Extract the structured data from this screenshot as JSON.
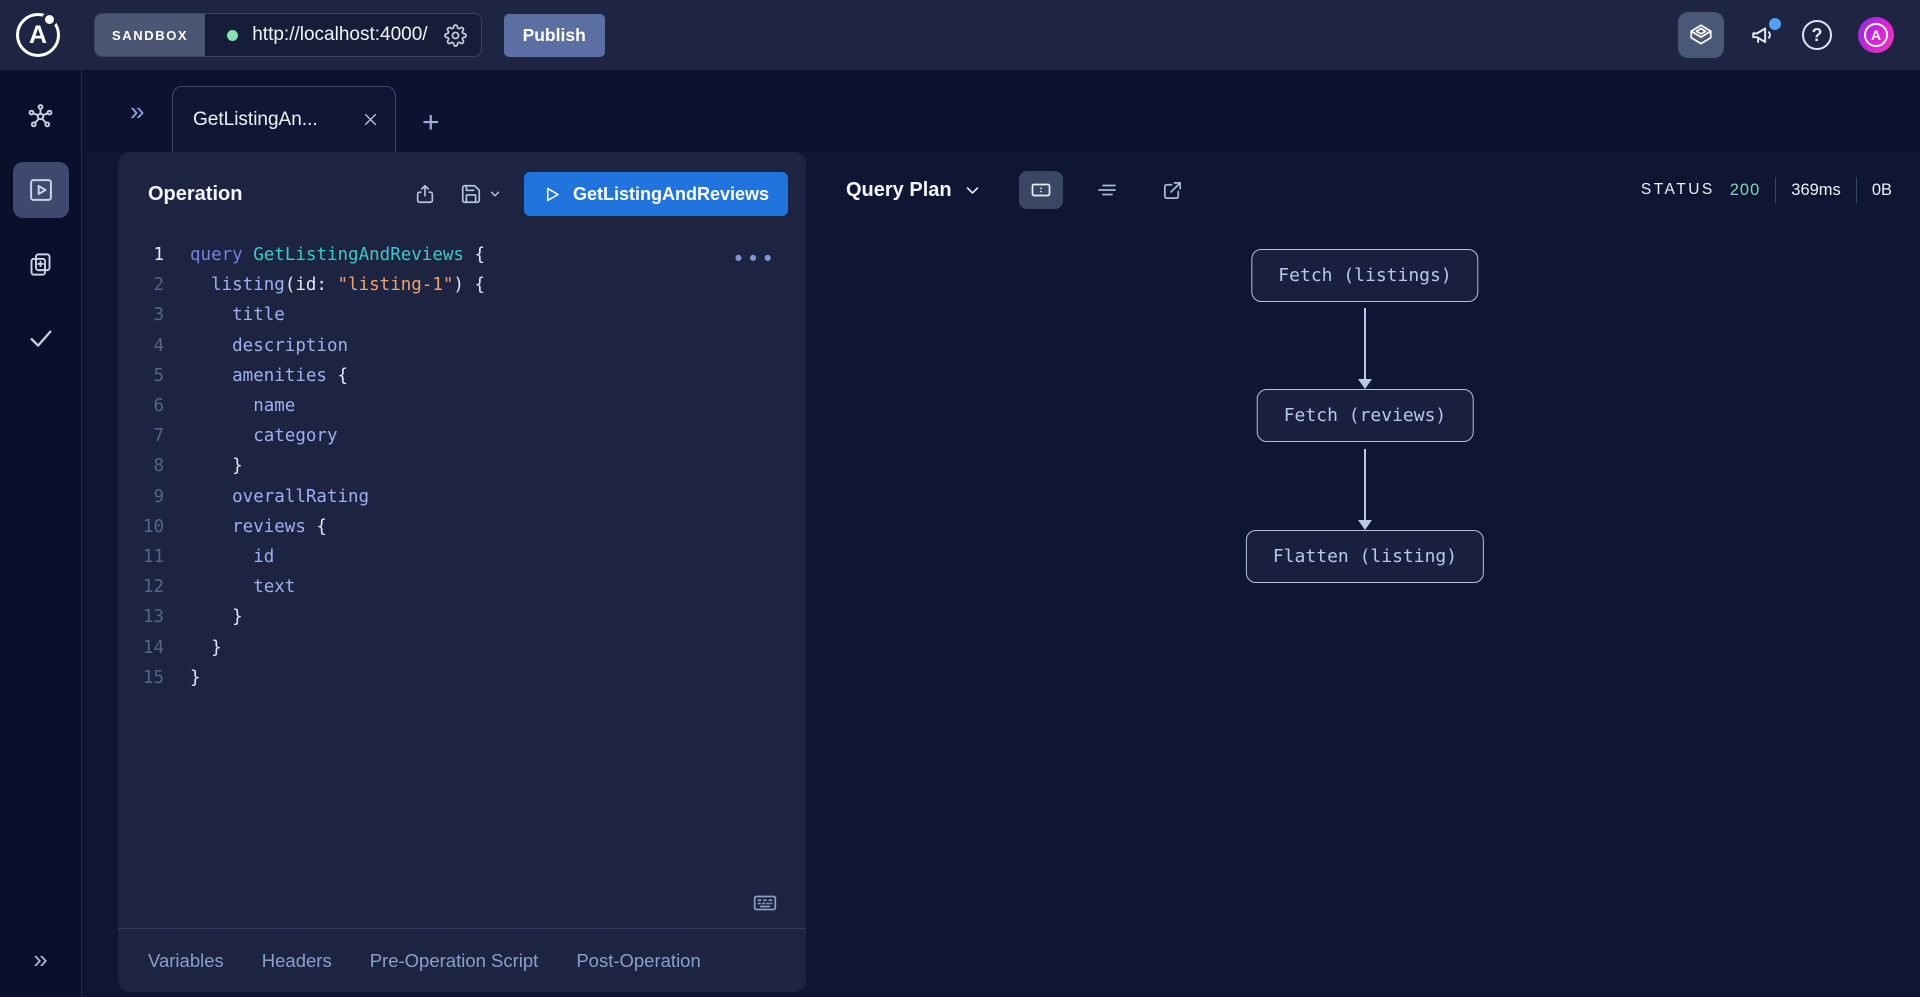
{
  "topbar": {
    "logo_letter": "A",
    "sandbox_label": "SANDBOX",
    "url": "http://localhost:4000/",
    "publish_label": "Publish",
    "help_glyph": "?",
    "avatar_letter": "A",
    "icons": [
      "apollo-logo",
      "gear-icon",
      "graphos-cube-icon",
      "megaphone-icon",
      "help-icon",
      "avatar"
    ]
  },
  "sidebar": {
    "items": [
      "schema-graph-icon",
      "explorer-play-icon",
      "changelog-icon",
      "checks-icon"
    ],
    "active_item": "explorer-play-icon",
    "expand_glyph": "»"
  },
  "tab_bar": {
    "collapse_glyph": "»",
    "active_tab_label": "GetListingAn...",
    "add_tab_glyph": "+"
  },
  "operation": {
    "title": "Operation",
    "run_label": "GetListingAndReviews",
    "ellipsis_glyph": "•••",
    "footer_tabs": [
      "Variables",
      "Headers",
      "Pre-Operation Script",
      "Post-Operation"
    ],
    "toolbar_icons": [
      "share-icon",
      "save-icon",
      "chevron-down-icon",
      "play-icon",
      "keyboard-shortcuts-icon",
      "more-options-ellipsis"
    ]
  },
  "editor": {
    "lines": [
      {
        "n": "1",
        "indent": 0,
        "active": true,
        "tokens": [
          [
            "kw",
            "query"
          ],
          [
            "pl",
            " "
          ],
          [
            "op",
            "GetListingAndReviews"
          ],
          [
            "pl",
            " {"
          ]
        ]
      },
      {
        "n": "2",
        "indent": 1,
        "tokens": [
          [
            "fld",
            "listing"
          ],
          [
            "pl",
            "(id: "
          ],
          [
            "str",
            "\"listing-1\""
          ],
          [
            "pl",
            ") {"
          ]
        ]
      },
      {
        "n": "3",
        "indent": 2,
        "tokens": [
          [
            "fld",
            "title"
          ]
        ]
      },
      {
        "n": "4",
        "indent": 2,
        "tokens": [
          [
            "fld",
            "description"
          ]
        ]
      },
      {
        "n": "5",
        "indent": 2,
        "tokens": [
          [
            "fld",
            "amenities"
          ],
          [
            "pl",
            " {"
          ]
        ]
      },
      {
        "n": "6",
        "indent": 3,
        "tokens": [
          [
            "fld",
            "name"
          ]
        ]
      },
      {
        "n": "7",
        "indent": 3,
        "tokens": [
          [
            "fld",
            "category"
          ]
        ]
      },
      {
        "n": "8",
        "indent": 2,
        "tokens": [
          [
            "pl",
            "}"
          ]
        ]
      },
      {
        "n": "9",
        "indent": 2,
        "tokens": [
          [
            "fld",
            "overallRating"
          ]
        ]
      },
      {
        "n": "10",
        "indent": 2,
        "tokens": [
          [
            "fld",
            "reviews"
          ],
          [
            "pl",
            " {"
          ]
        ]
      },
      {
        "n": "11",
        "indent": 3,
        "tokens": [
          [
            "fld",
            "id"
          ]
        ]
      },
      {
        "n": "12",
        "indent": 3,
        "tokens": [
          [
            "fld",
            "text"
          ]
        ]
      },
      {
        "n": "13",
        "indent": 2,
        "tokens": [
          [
            "pl",
            "}"
          ]
        ]
      },
      {
        "n": "14",
        "indent": 1,
        "tokens": [
          [
            "pl",
            "}"
          ]
        ]
      },
      {
        "n": "15",
        "indent": 0,
        "tokens": [
          [
            "pl",
            "}"
          ]
        ]
      }
    ]
  },
  "query_plan": {
    "title": "Query Plan",
    "view_icons": [
      "diagram-view-icon",
      "text-view-icon",
      "open-external-icon"
    ],
    "status": {
      "label": "STATUS",
      "code": "200",
      "duration": "369ms",
      "size": "0B"
    },
    "nodes": [
      "Fetch (listings)",
      "Fetch (reviews)",
      "Flatten (listing)"
    ]
  },
  "colors": {
    "accent_blue": "#2173dd",
    "status_green": "#84d7b2",
    "string_orange": "#efa36c",
    "keyword_purple": "#7a80df",
    "opname_teal": "#3ec9c9",
    "field_periwinkle": "#9fb0ef",
    "panel_bg": "#1c2442",
    "page_bg": "#0f1634"
  }
}
